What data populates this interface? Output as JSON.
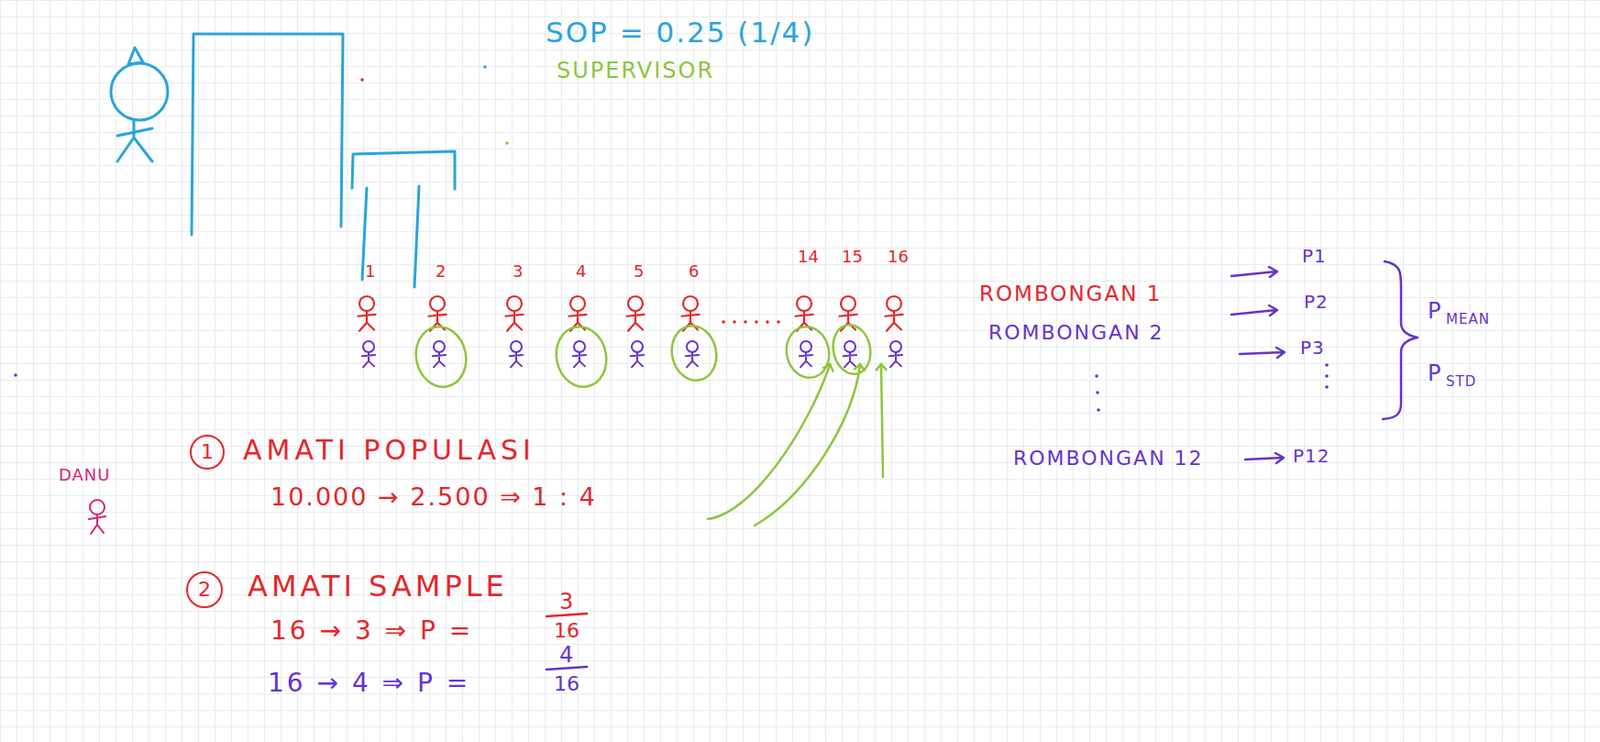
{
  "diagram": {
    "nodes": [
      {
        "text": [
          "1"
        ]
      },
      {
        "text": [
          "2"
        ]
      }
    ],
    "labels": [
      "SOP = 0.25 (1/4)",
      "SUPERVISOR",
      "1",
      "2",
      "3",
      "4",
      "5",
      "6",
      "14",
      "15",
      "16",
      "AMATI POPULASI",
      "10.000 → 2.500 ⇒ 1 : 4",
      "DANU",
      "AMATI SAMPLE",
      "16 → 3 ⇒ P =",
      "3",
      "16",
      "16 → 4 ⇒ P =",
      "4",
      "16",
      "ROMBONGAN 1",
      "P1",
      "ROMBONGAN 2",
      "P2",
      "P3",
      "ROMBONGAN 12",
      "P12",
      "P",
      "MEAN",
      "P",
      "STD"
    ]
  }
}
